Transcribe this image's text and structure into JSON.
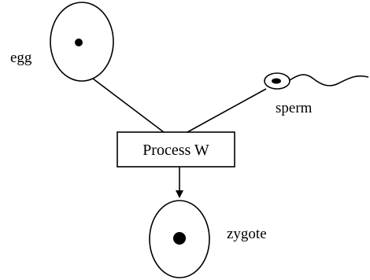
{
  "labels": {
    "egg": "egg",
    "sperm": "sperm",
    "process": "Process W",
    "zygote": "zygote"
  },
  "colors": {
    "stroke": "#000000",
    "background": "#ffffff"
  }
}
